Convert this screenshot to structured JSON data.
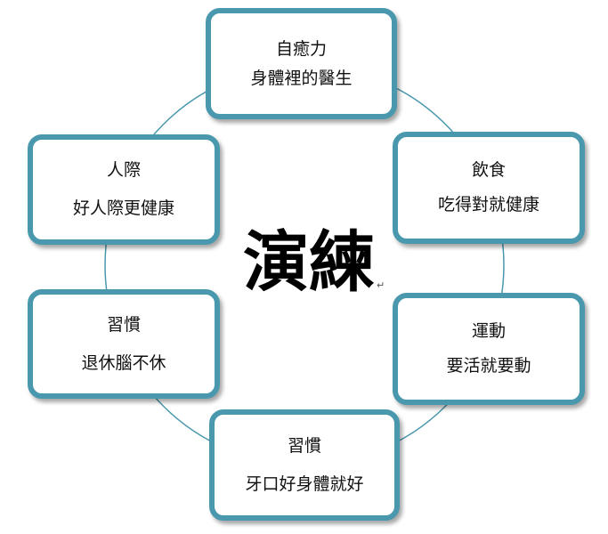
{
  "center": {
    "title": "演練"
  },
  "nodes": {
    "top": {
      "title": "自癒力",
      "subtitle": "身體裡的醫生"
    },
    "upper_left": {
      "title": "人際",
      "subtitle": "好人際更健康"
    },
    "upper_right": {
      "title": "飲食",
      "subtitle": "吃得對就健康"
    },
    "lower_left": {
      "title": "習慣",
      "subtitle": "退休腦不休"
    },
    "lower_right": {
      "title": "運動",
      "subtitle": "要活就要動"
    },
    "bottom": {
      "title": "習慣",
      "subtitle": "牙口好身體就好"
    }
  },
  "colors": {
    "box_border": "#4a98ad",
    "ring": "#4a98ad"
  }
}
